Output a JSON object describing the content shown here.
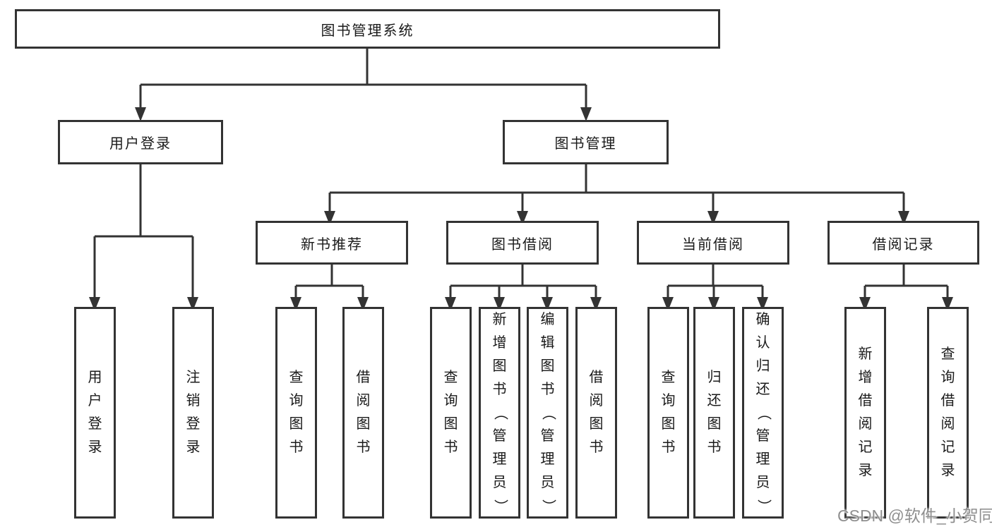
{
  "colors": {
    "line": "#333333",
    "box_border": "#333333",
    "box_fill": "#ffffff",
    "text": "#1a1a1a",
    "watermark": "#8f8f8f"
  },
  "watermark": {
    "text": "CSDN @软件_小贺同学"
  },
  "diagram": {
    "type": "hierarchy-tree",
    "root": {
      "label": "图书管理系统",
      "children": [
        {
          "label": "用户登录",
          "children": [
            {
              "label": "用户登录"
            },
            {
              "label": "注销登录"
            }
          ]
        },
        {
          "label": "图书管理",
          "children": [
            {
              "label": "新书推荐",
              "children": [
                {
                  "label": "查询图书"
                },
                {
                  "label": "借阅图书"
                }
              ]
            },
            {
              "label": "图书借阅",
              "children": [
                {
                  "label": "查询图书"
                },
                {
                  "label": "新增图书（管理员）"
                },
                {
                  "label": "编辑图书（管理员）"
                },
                {
                  "label": "借阅图书"
                }
              ]
            },
            {
              "label": "当前借阅",
              "children": [
                {
                  "label": "查询图书"
                },
                {
                  "label": "归还图书"
                },
                {
                  "label": "确认归还（管理员）"
                }
              ]
            },
            {
              "label": "借阅记录",
              "children": [
                {
                  "label": "新增借阅记录"
                },
                {
                  "label": "查询借阅记录"
                }
              ]
            }
          ]
        }
      ]
    }
  }
}
